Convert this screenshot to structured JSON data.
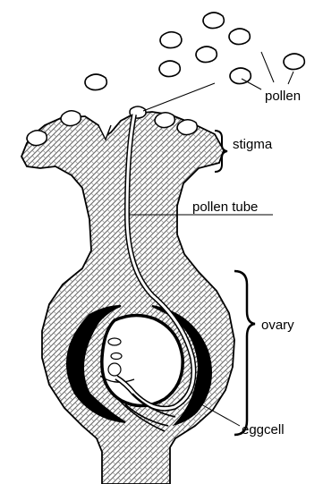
{
  "labels": {
    "pollen": "pollen",
    "stigma": "stigma",
    "pollen_tube": "pollen tube",
    "ovary": "ovary",
    "eggcell": "eggcell"
  },
  "colors": {
    "ink": "#000000",
    "paper": "#ffffff",
    "tissue_dark": "#7a7a7a"
  }
}
